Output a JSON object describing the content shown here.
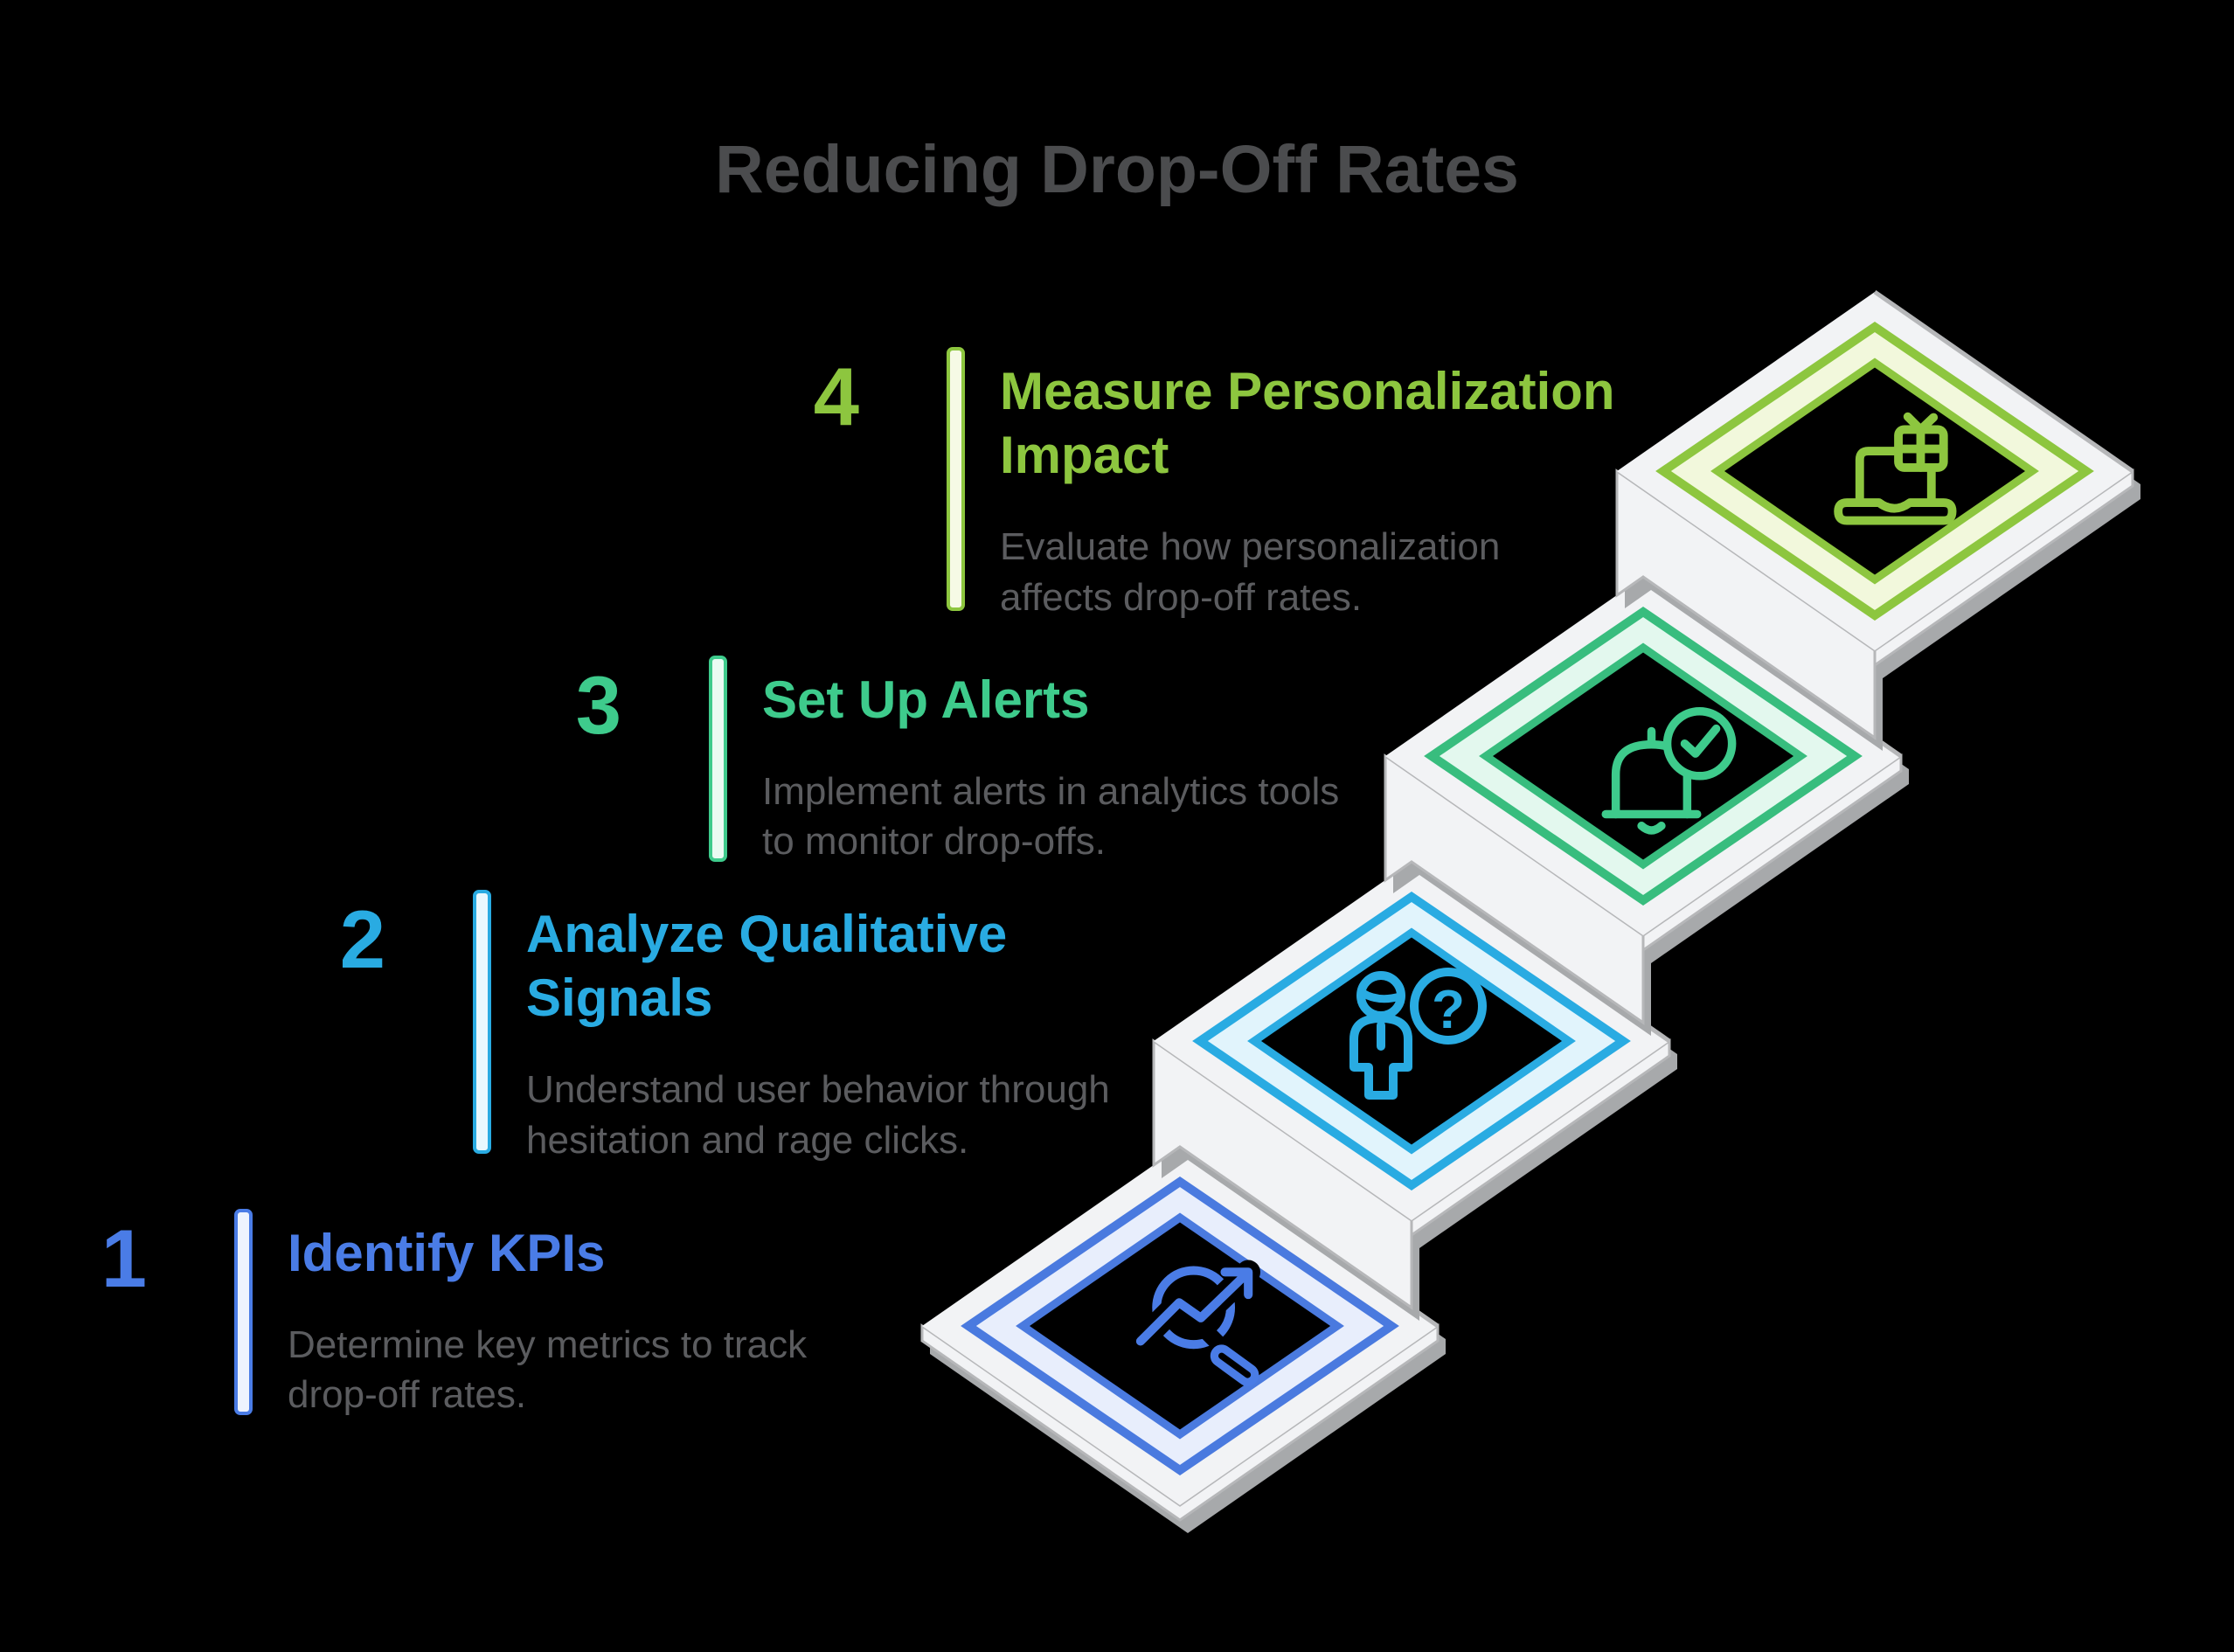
{
  "page_title": "Reducing Drop-Off Rates",
  "palette": {
    "background": "#000000",
    "title_color": "#4b4c4e",
    "desc_color": "#5b5c5f",
    "platform_fill": "#f2f3f5",
    "platform_edge": "#b6b7b9",
    "shadow": "#a7a9ab"
  },
  "steps": [
    {
      "num": "1",
      "title_lines": [
        "Identify KPIs"
      ],
      "desc_lines": [
        "Determine key metrics to track",
        "drop-off rates."
      ],
      "color": "#4a7ce6",
      "frame": "#4a7adf",
      "tint": "#e8eefc",
      "bar_fill": "#eef3fe",
      "icon": "magnifier-trend-icon"
    },
    {
      "num": "2",
      "title_lines": [
        "Analyze Qualitative",
        "Signals"
      ],
      "desc_lines": [
        "Understand user behavior through",
        "hesitation and rage clicks."
      ],
      "color": "#29abe2",
      "frame": "#29abe2",
      "tint": "#e1f4fc",
      "bar_fill": "#e9f8fe",
      "icon": "user-question-icon",
      "icon_glyph": "?"
    },
    {
      "num": "3",
      "title_lines": [
        "Set Up Alerts"
      ],
      "desc_lines": [
        "Implement alerts in analytics tools",
        "to monitor drop-offs."
      ],
      "color": "#3ecb8c",
      "frame": "#38bd7e",
      "tint": "#e3f8ee",
      "bar_fill": "#eafbf3",
      "icon": "bell-check-icon"
    },
    {
      "num": "4",
      "title_lines": [
        "Measure Personalization",
        "Impact"
      ],
      "desc_lines": [
        "Evaluate how personalization",
        "affects drop-off rates."
      ],
      "color": "#8dc63f",
      "frame": "#8dc63f",
      "tint": "#f2f8dc",
      "bar_fill": "#f6fae5",
      "icon": "laptop-gift-icon"
    }
  ]
}
